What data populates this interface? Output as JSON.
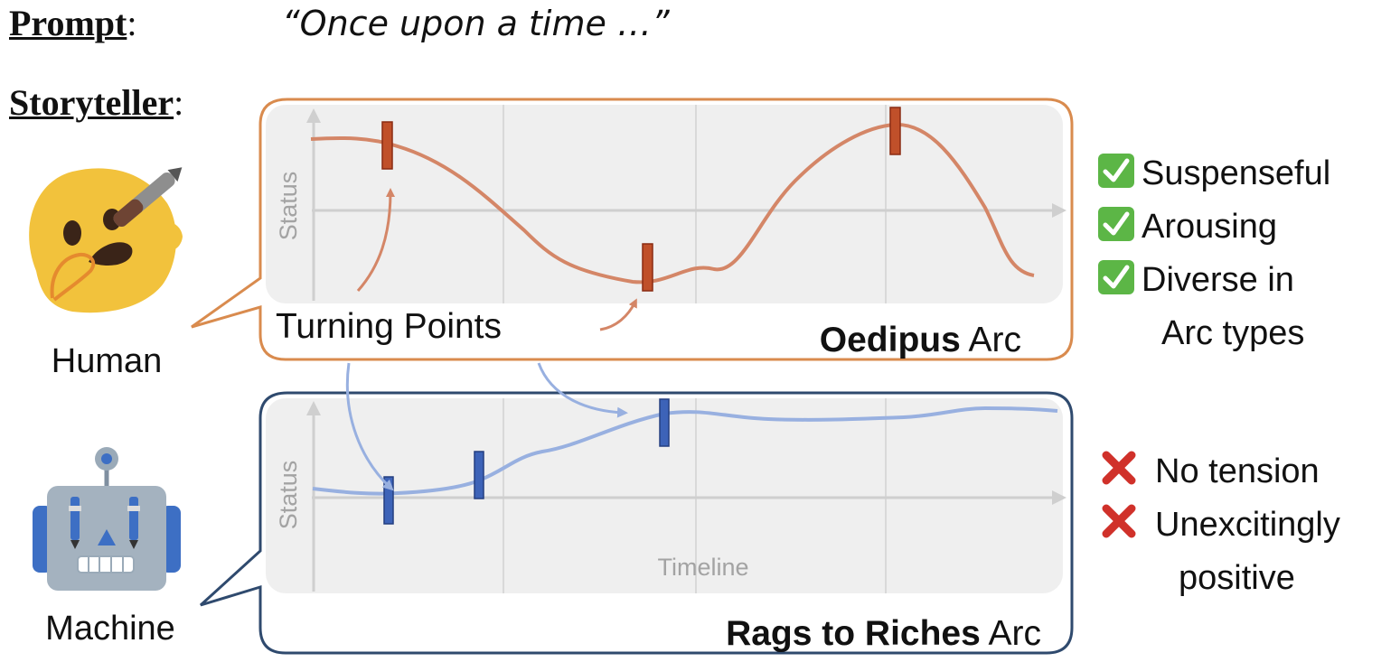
{
  "prompt": {
    "label": "Prompt",
    "colon": ":",
    "text": "“Once upon a time …”"
  },
  "storyteller": {
    "label": "Storyteller",
    "colon": ":"
  },
  "actors": {
    "human": {
      "label": "Human",
      "icon": "hugging-face-with-pen-icon"
    },
    "machine": {
      "label": "Machine",
      "icon": "robot-with-pens-icon"
    }
  },
  "human_panel": {
    "axis_label": "Status",
    "annotation": "Turning Points",
    "arc_name_bold": "Oedipus",
    "arc_suffix": " Arc",
    "border_color": "#d98b4e",
    "line_color": "#d48667",
    "marker_color": "#c0502a"
  },
  "machine_panel": {
    "axis_label": "Status",
    "x_axis_label": "Timeline",
    "arc_name_bold": "Rags to Riches",
    "arc_suffix": " Arc",
    "border_color": "#2f4a6e",
    "line_color": "#98b0e0",
    "marker_color": "#3d63b8"
  },
  "human_traits": [
    {
      "mark": "check-icon",
      "text": "Suspenseful"
    },
    {
      "mark": "check-icon",
      "text": "Arousing"
    },
    {
      "mark": "check-icon",
      "text": "Diverse in"
    },
    {
      "mark": "",
      "text": "Arc types"
    }
  ],
  "machine_traits": [
    {
      "mark": "cross-icon",
      "text": "No tension"
    },
    {
      "mark": "cross-icon",
      "text": "Unexcitingly"
    },
    {
      "mark": "",
      "text": "positive"
    }
  ],
  "colors": {
    "check_green": "#5cb646",
    "cross_red": "#d0312a",
    "human_yellow": "#f2c23c",
    "robot_blue": "#3d6fc4"
  }
}
